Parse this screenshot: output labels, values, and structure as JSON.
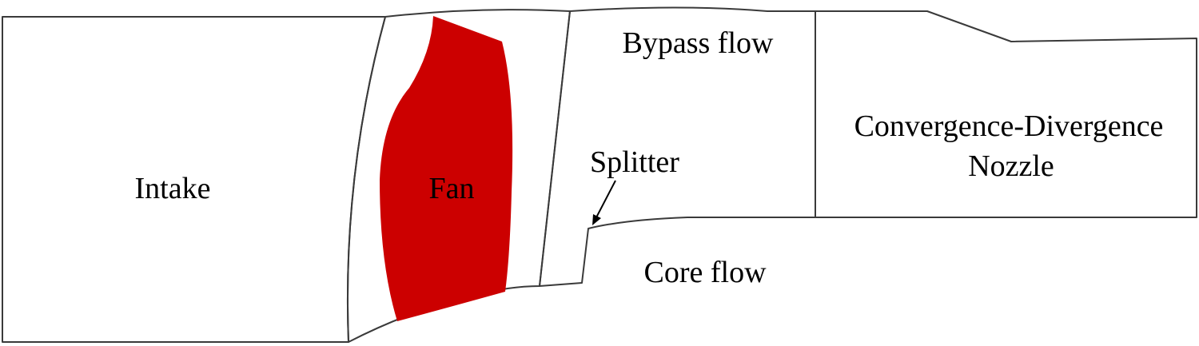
{
  "labels": {
    "intake": "Intake",
    "fan": "Fan",
    "bypass_flow": "Bypass flow",
    "splitter": "Splitter",
    "core_flow": "Core flow",
    "nozzle_line1": "Convergence-Divergence",
    "nozzle_line2": "Nozzle"
  },
  "colors": {
    "fan_fill": "#cc0000",
    "outline": "#3a3a3a",
    "text": "#000000",
    "background": "#ffffff"
  }
}
